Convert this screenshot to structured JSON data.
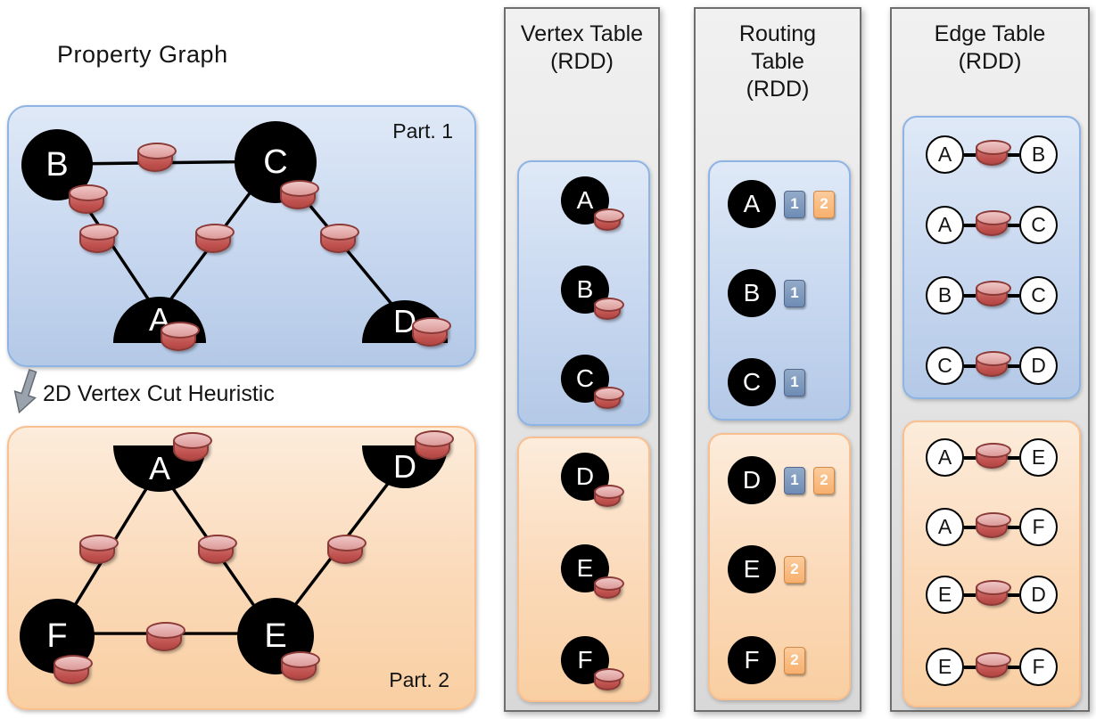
{
  "diagram_title": "Property Graph",
  "cut_heuristic_label": "2D Vertex Cut Heuristic",
  "property_graph": {
    "part1": {
      "label": "Part. 1",
      "vertices": [
        "B",
        "C",
        "A",
        "D"
      ],
      "edges": [
        "B-C",
        "B-A",
        "C-A",
        "C-D"
      ]
    },
    "part2": {
      "label": "Part. 2",
      "vertices": [
        "A",
        "D",
        "F",
        "E"
      ],
      "edges": [
        "A-F",
        "A-E",
        "D-E",
        "F-E"
      ]
    }
  },
  "vertex_table": {
    "title": [
      "Vertex Table",
      "(RDD)"
    ],
    "part1_vertices": [
      "A",
      "B",
      "C"
    ],
    "part2_vertices": [
      "D",
      "E",
      "F"
    ]
  },
  "routing_table": {
    "title": [
      "Routing",
      "Table",
      "(RDD)"
    ],
    "part1_rows": [
      {
        "vertex": "A",
        "badges": [
          "1",
          "2"
        ]
      },
      {
        "vertex": "B",
        "badges": [
          "1"
        ]
      },
      {
        "vertex": "C",
        "badges": [
          "1"
        ]
      }
    ],
    "part2_rows": [
      {
        "vertex": "D",
        "badges": [
          "1",
          "2"
        ]
      },
      {
        "vertex": "E",
        "badges": [
          "2"
        ]
      },
      {
        "vertex": "F",
        "badges": [
          "2"
        ]
      }
    ]
  },
  "edge_table": {
    "title": [
      "Edge Table",
      "(RDD)"
    ],
    "part1_edges": [
      {
        "src": "A",
        "dst": "B"
      },
      {
        "src": "A",
        "dst": "C"
      },
      {
        "src": "B",
        "dst": "C"
      },
      {
        "src": "C",
        "dst": "D"
      }
    ],
    "part2_edges": [
      {
        "src": "A",
        "dst": "E"
      },
      {
        "src": "A",
        "dst": "F"
      },
      {
        "src": "E",
        "dst": "D"
      },
      {
        "src": "E",
        "dst": "F"
      }
    ]
  },
  "colors": {
    "partition1_fill": "#c7d7ef",
    "partition1_border": "#8eb4e3",
    "partition2_fill": "#fbd9b8",
    "partition2_border": "#fabf8f",
    "panel_fill": "#e4e4e4",
    "panel_border": "#6e6e6e",
    "cylinder_body": "#bf504d",
    "cylinder_top": "#e4b0ae",
    "cylinder_border": "#8c3a37",
    "badge_partition1": "#7b94ba",
    "badge_partition2": "#f9b87e",
    "vertex_fill": "#000000",
    "edge_vertex_fill": "#ffffff"
  }
}
